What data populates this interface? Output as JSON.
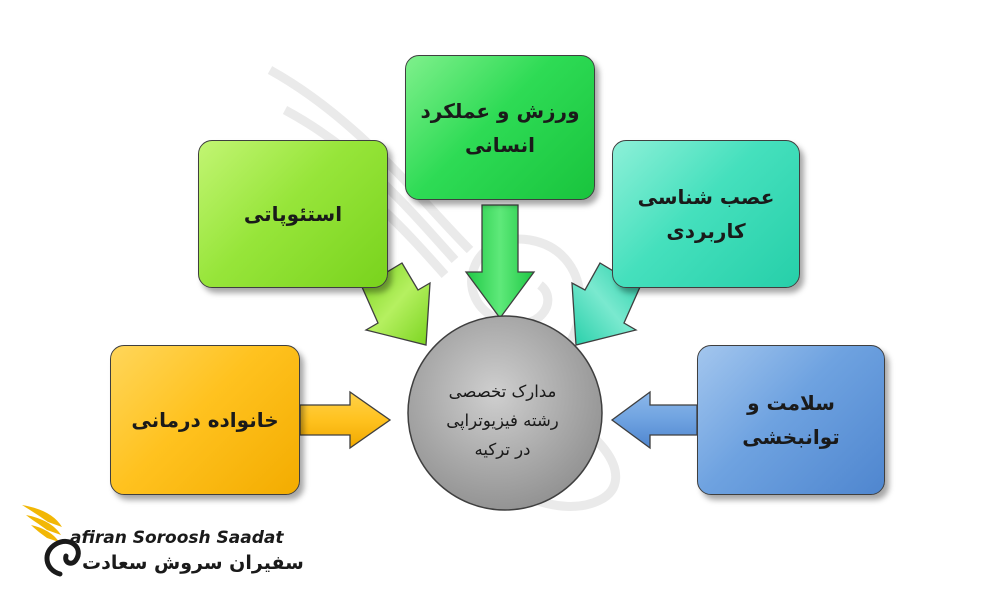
{
  "center": {
    "line1": "مدارک تخصصی",
    "line2": "رشته فیزیوتراپی",
    "line3": "در ترکیه",
    "fill": "#a8a8a8"
  },
  "boxes": {
    "top": {
      "line1": "ورزش و عملکرد",
      "line2": "انسانی",
      "color": "#2edb55"
    },
    "upper_left": {
      "line1": "استئوپاتی",
      "color": "#97e53a"
    },
    "upper_right": {
      "line1": "عصب شناسی",
      "line2": "کاربردی",
      "color": "#45e0bd"
    },
    "left": {
      "line1": "خانواده درمانی",
      "color": "#ffc21f"
    },
    "right": {
      "line1": "سلامت و",
      "line2": "توانبخشی",
      "color": "#6ea2e0"
    }
  },
  "logo": {
    "name_en": "afiran Soroosh Saadat",
    "name_fa": "سفیران سروش سعادت",
    "brand_color": "#f2b705"
  },
  "watermark": "swan-logo-watermark"
}
